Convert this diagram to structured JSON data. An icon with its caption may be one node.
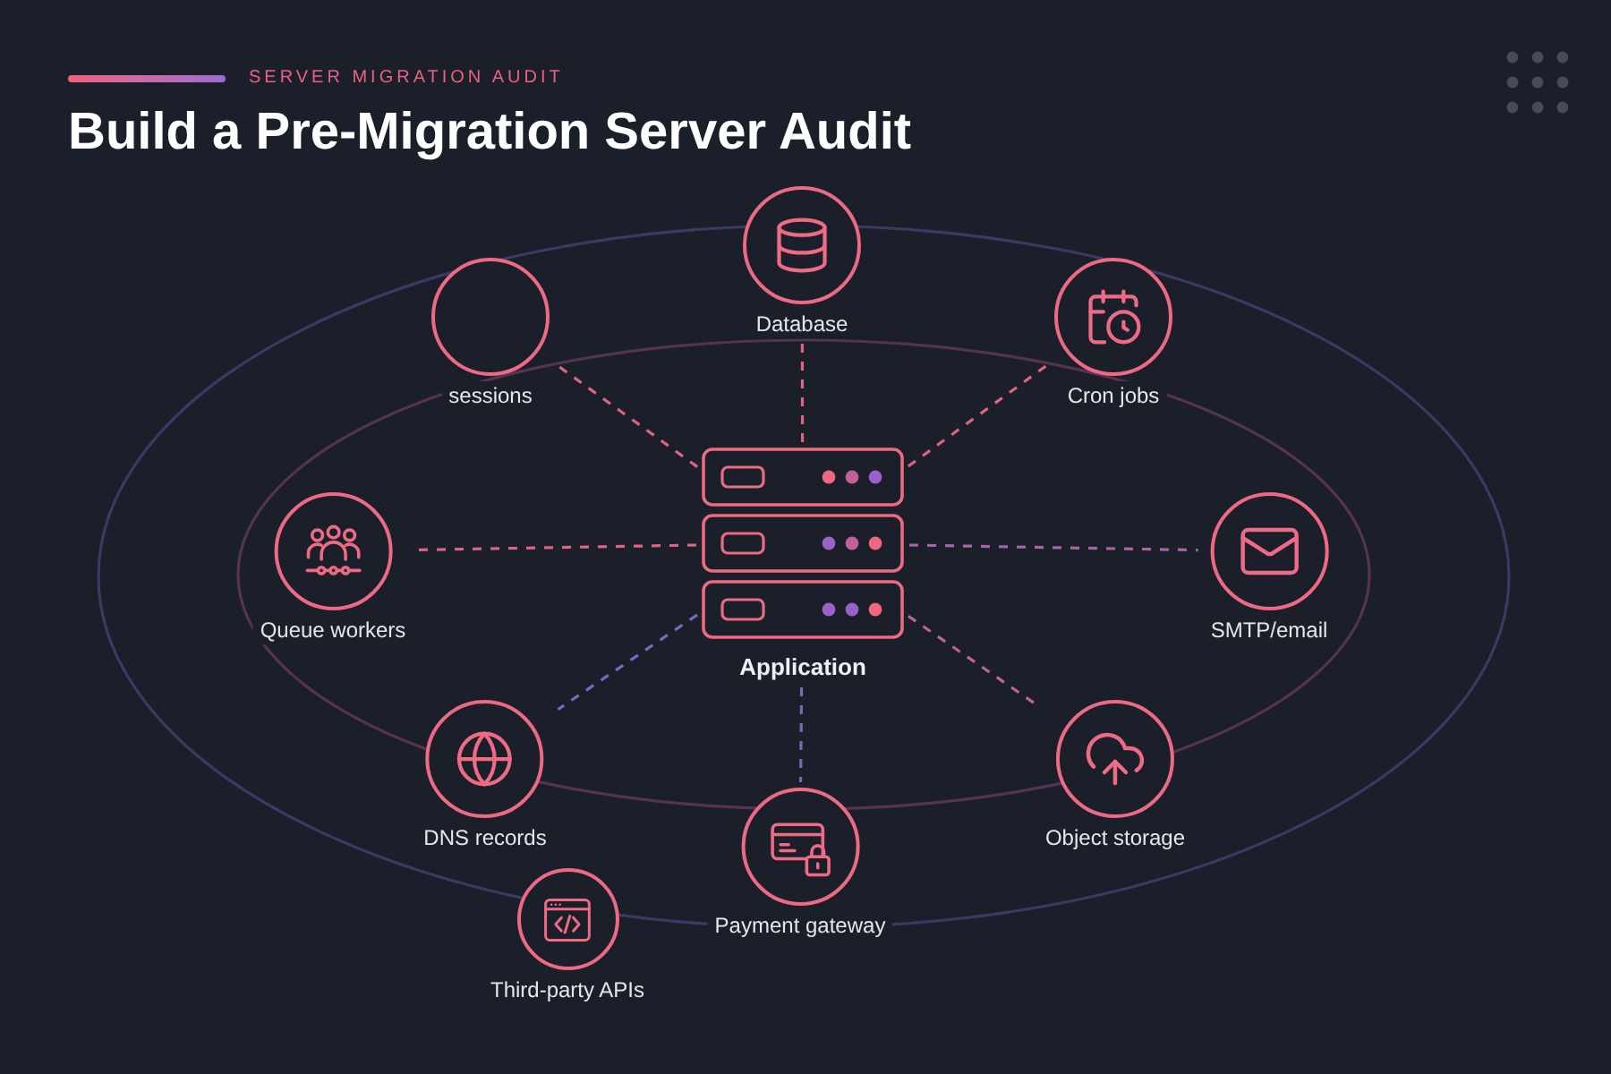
{
  "diagram": {
    "title": "Build a Pre-Migration Server Audit",
    "nodes": [
      {
        "text": [
          "Database"
        ]
      },
      {
        "text": [
          "sessions"
        ]
      },
      {
        "text": [
          "Cron jobs"
        ]
      },
      {
        "text": [
          "Queue workers"
        ]
      },
      {
        "text": [
          "Application"
        ]
      },
      {
        "text": [
          "SMTP/email"
        ]
      },
      {
        "text": [
          "DNS records"
        ]
      },
      {
        "text": [
          "Object storage"
        ]
      },
      {
        "text": [
          "Payment gateway"
        ]
      },
      {
        "text": [
          "Third-party APIs"
        ]
      }
    ],
    "edges": [
      {
        "from": 4,
        "to": 0,
        "arrow": "none",
        "style": "dashed"
      },
      {
        "from": 4,
        "to": 1,
        "arrow": "none",
        "style": "dashed"
      },
      {
        "from": 4,
        "to": 2,
        "arrow": "none",
        "style": "dashed"
      },
      {
        "from": 4,
        "to": 3,
        "arrow": "none",
        "style": "dashed"
      },
      {
        "from": 4,
        "to": 5,
        "arrow": "none",
        "style": "dashed",
        "color": "#a864a6"
      },
      {
        "from": 4,
        "to": 6,
        "arrow": "none",
        "style": "dashed",
        "color": "#7f66c4"
      },
      {
        "from": 4,
        "to": 7,
        "arrow": "none",
        "style": "dashed",
        "color": "#bf6592"
      },
      {
        "from": 4,
        "to": 8,
        "arrow": "none",
        "style": "dashed",
        "color": "#7d68b2"
      }
    ],
    "labels": [
      "SERVER MIGRATION AUDIT"
    ]
  }
}
